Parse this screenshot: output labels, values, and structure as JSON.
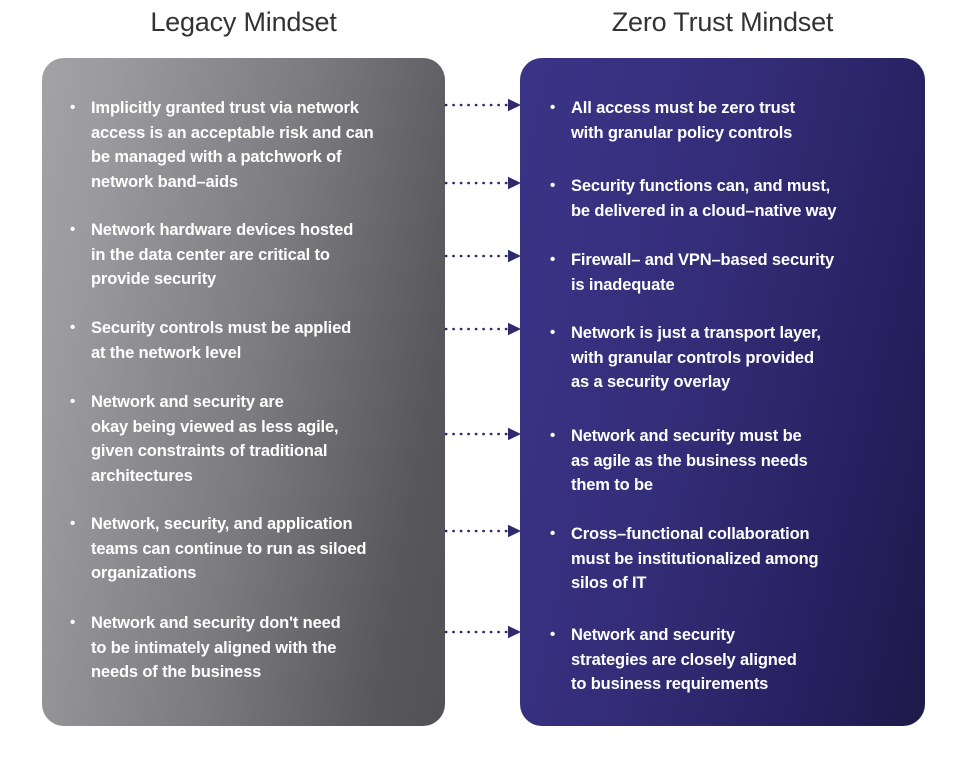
{
  "panels": {
    "legacy": {
      "title": "Legacy Mindset",
      "accent": "#7c7c80",
      "gradient_from": "#a3a3a7",
      "gradient_to": "#525256",
      "bullets": [
        "Implicitly granted trust via network\naccess is an acceptable risk and can\nbe managed with a patchwork of\nnetwork band–aids",
        "Network hardware devices hosted\nin the data center are critical to\nprovide security",
        "Security controls must be applied\nat the network level",
        "Network and security are\nokay being viewed as less agile,\ngiven constraints of traditional\narchitectures",
        "Network, security, and application\nteams can continue to run as siloed\norganizations",
        "Network and security don't need\nto be intimately aligned with the\nneeds of the business"
      ]
    },
    "zerotrust": {
      "title": "Zero Trust Mindset",
      "accent": "#332c76",
      "gradient_from": "#3b3486",
      "gradient_to": "#1d1949",
      "bullets": [
        "All access must be zero trust\nwith granular policy controls",
        "Security functions can, and must,\nbe delivered in a cloud–native way",
        "Firewall– and VPN–based security\nis inadequate",
        "Network is just a transport layer,\nwith granular controls provided\nas a security overlay",
        "Network and security must be\nas agile as the business needs\nthem to be",
        "Cross–functional collaboration\nmust be institutionalized among\nsilos of IT",
        "Network and security\nstrategies are closely aligned\nto business requirements"
      ]
    }
  },
  "bullet_glyph": "•",
  "arrows": {
    "color": "#2e2a6b",
    "count": 7,
    "direction": "left-to-right",
    "style": "dotted"
  }
}
